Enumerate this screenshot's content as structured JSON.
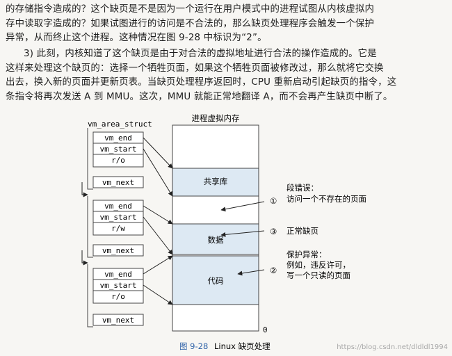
{
  "paragraphs": {
    "p1_l1": "的存储指令造成的？这个缺页是不是因为一个运行在用户模式中的进程试图从内核虚拟内",
    "p1_l2": "存中读取字造成的？如果试图进行的访问是不合法的，那么缺页处理程序会触发一个保护",
    "p1_l3": "异常，从而终止这个进程。这种情况在图 9-28 中标识为“2”。",
    "p2_l1": "3) 此刻，内核知道了这个缺页是由于对合法的虚拟地址进行合法的操作造成的。它是",
    "p2_l2": "这样来处理这个缺页的：选择一个牺牲页面，如果这个牺牲页面被修改过，那么就将它交换",
    "p2_l3": "出去，换入新的页面并更新页表。当缺页处理程序返回时，CPU 重新启动引起缺页的指令，这",
    "p2_l4": "条指令将再次发送 A 到 MMU。这次，MMU 就能正常地翻译 A，而不会再产生缺页中断了。"
  },
  "figure": {
    "struct_title": "vm_area_struct",
    "vm_title": "进程虚拟内存",
    "blocks": [
      {
        "fields": [
          "vm_end",
          "vm_start",
          "r/o",
          "vm_next"
        ]
      },
      {
        "fields": [
          "vm_end",
          "vm_start",
          "r/w",
          "vm_next"
        ]
      },
      {
        "fields": [
          "vm_end",
          "vm_start",
          "r/o",
          "vm_next"
        ]
      }
    ],
    "segments": {
      "shared": "共享库",
      "data": "数据",
      "code": "代码"
    },
    "zero_label": "0",
    "annotations": [
      {
        "num": "①",
        "line1": "段错误：",
        "line2": "访问一个不存在的页面",
        "line3": ""
      },
      {
        "num": "③",
        "line1": "正常缺页",
        "line2": "",
        "line3": ""
      },
      {
        "num": "②",
        "line1": "保护异常：",
        "line2": "例如，违反许可，",
        "line3": "写一个只读的页面"
      }
    ]
  },
  "caption": {
    "number": "图 9-28",
    "text": "Linux 缺页处理"
  },
  "watermark": "https://blog.csdn.net/dldldl1994",
  "colors": {
    "segment_fill": "#dde9f3",
    "arrow": "#222222",
    "caption_num": "#2f62a8"
  }
}
